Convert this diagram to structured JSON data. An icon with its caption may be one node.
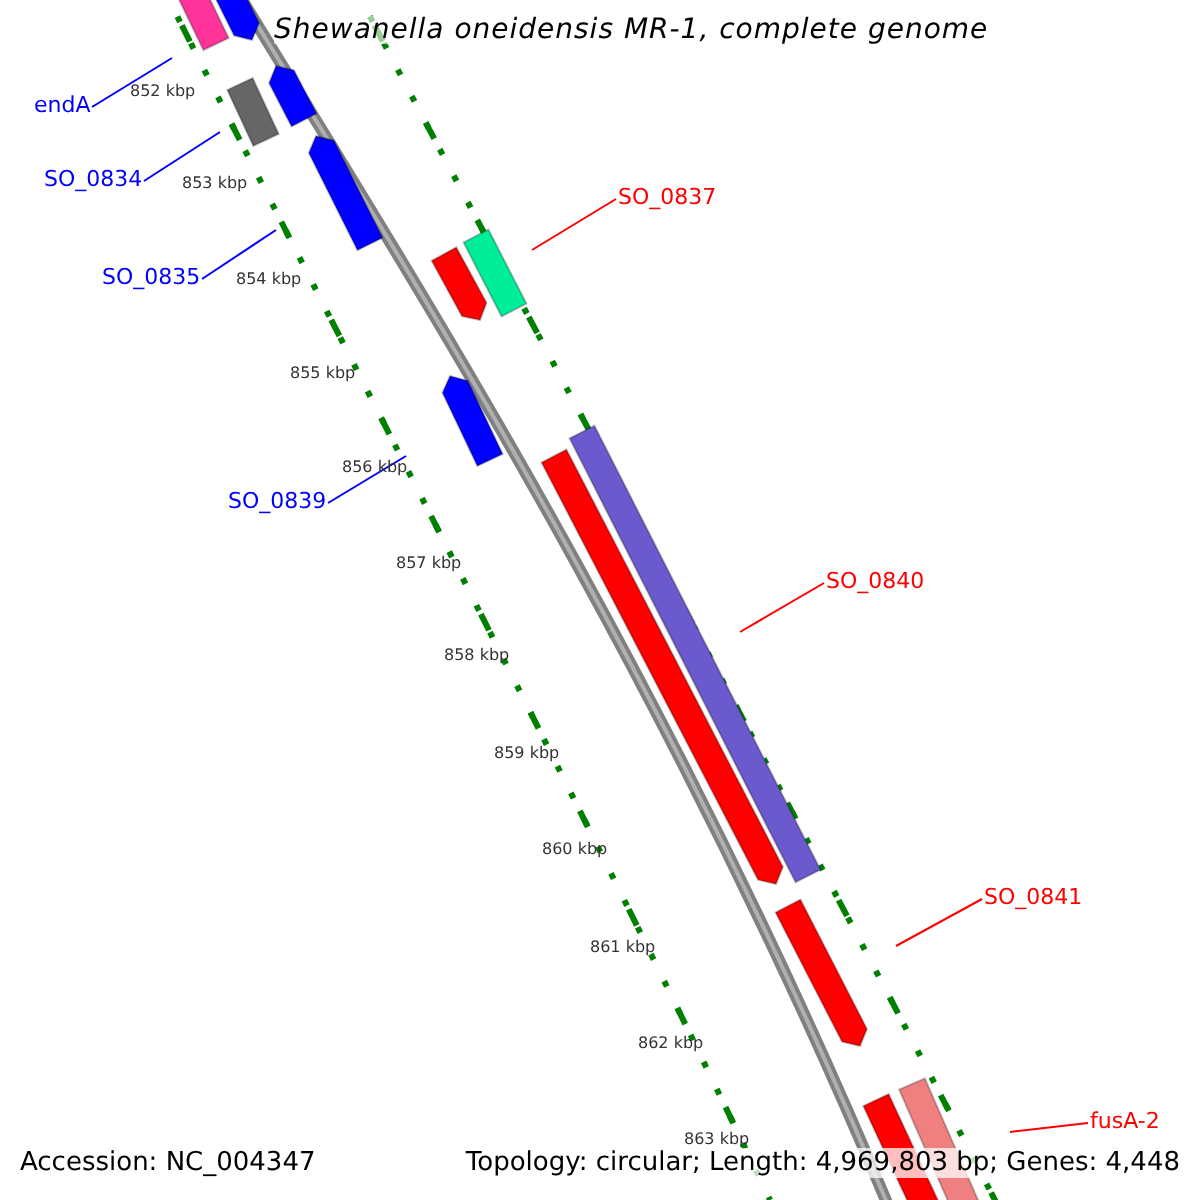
{
  "diagram": {
    "title": "Shewanella oneidensis MR-1, complete genome",
    "nodes": [
      {
        "text": [
          "endA"
        ]
      },
      {
        "text": [],
        "shape": "bar"
      },
      {
        "text": [
          "SO_0834"
        ]
      },
      {
        "text": [],
        "shape": "bar"
      },
      {
        "text": [
          "SO_0835"
        ]
      },
      {
        "text": [],
        "shape": "bar"
      },
      {
        "text": [
          "SO_0837"
        ]
      },
      {
        "text": [],
        "shape": "bar"
      },
      {
        "text": [
          "SO_0839"
        ]
      },
      {
        "text": [],
        "shape": "bar"
      },
      {
        "text": [
          "SO_0840"
        ]
      },
      {
        "text": [],
        "shape": "bar"
      },
      {
        "text": [
          "SO_0841"
        ]
      },
      {
        "text": [],
        "shape": "bar"
      },
      {
        "text": [
          "fusA-2"
        ]
      },
      {
        "text": [],
        "shape": "bar"
      }
    ],
    "edges": [
      {
        "from": 0,
        "to": 1,
        "arrow": "none",
        "color": "#0000ff"
      },
      {
        "from": 2,
        "to": 3,
        "arrow": "none",
        "color": "#0000ff"
      },
      {
        "from": 4,
        "to": 5,
        "arrow": "none",
        "color": "#0000ff"
      },
      {
        "from": 6,
        "to": 7,
        "arrow": "none",
        "color": "#ff0000"
      },
      {
        "from": 8,
        "to": 9,
        "arrow": "none",
        "color": "#0000ff"
      },
      {
        "from": 10,
        "to": 11,
        "arrow": "none",
        "color": "#ff0000"
      },
      {
        "from": 12,
        "to": 13,
        "arrow": "none",
        "color": "#ff0000"
      },
      {
        "from": 14,
        "to": 15,
        "arrow": "none",
        "color": "#ff0000"
      }
    ],
    "labels": [
      "852 kbp",
      "853 kbp",
      "854 kbp",
      "855 kbp",
      "856 kbp",
      "857 kbp",
      "858 kbp",
      "859 kbp",
      "860 kbp",
      "861 kbp",
      "862 kbp",
      "863 kbp",
      "Accession: NC_004347",
      "Topology: circular; Length: 4,969,803 bp; Genes: 4,448"
    ]
  }
}
